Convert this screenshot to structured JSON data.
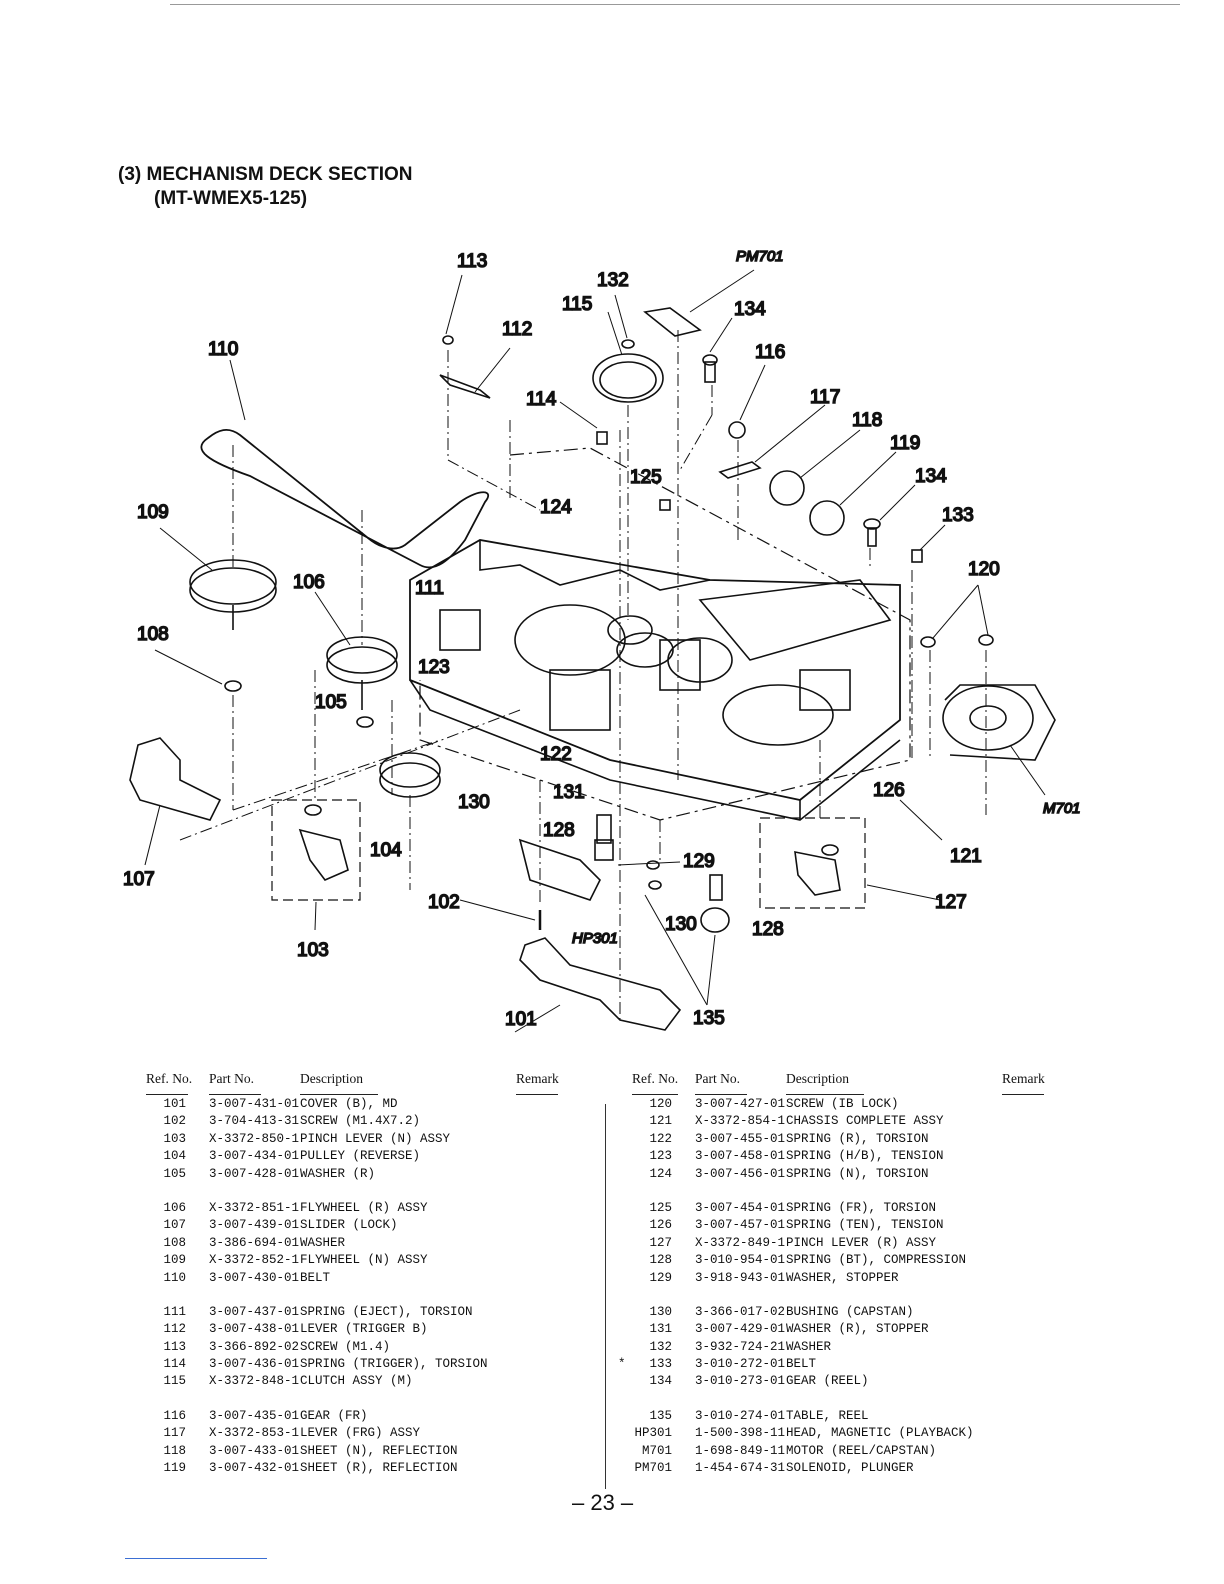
{
  "section": {
    "title": "(3) MECHANISM DECK SECTION",
    "subtitle": "(MT-WMEX5-125)"
  },
  "diagram": {
    "labels": {
      "l101": "101",
      "l102": "102",
      "l103": "103",
      "l104": "104",
      "l105": "105",
      "l106": "106",
      "l107": "107",
      "l108": "108",
      "l109": "109",
      "l110": "110",
      "l111": "111",
      "l112": "112",
      "l113": "113",
      "l114": "114",
      "l115": "115",
      "l116": "116",
      "l117": "117",
      "l118": "118",
      "l119": "119",
      "l120": "120",
      "l121": "121",
      "l122": "122",
      "l123": "123",
      "l124": "124",
      "l125": "125",
      "l126": "126",
      "l127": "127",
      "l128a": "128",
      "l128b": "128",
      "l129": "129",
      "l130a": "130",
      "l130b": "130",
      "l131": "131",
      "l132": "132",
      "l133": "133",
      "l134a": "134",
      "l134b": "134",
      "l135": "135",
      "pm701": "PM701",
      "m701": "M701",
      "hp301": "HP301"
    }
  },
  "table": {
    "headers": {
      "ref": "Ref. No.",
      "part": "Part No.",
      "desc": "Description",
      "remark": "Remark"
    },
    "left_groups": [
      [
        {
          "ref": "101",
          "part": "3-007-431-01",
          "desc": "COVER (B), MD"
        },
        {
          "ref": "102",
          "part": "3-704-413-31",
          "desc": "SCREW (M1.4X7.2)"
        },
        {
          "ref": "103",
          "part": "X-3372-850-1",
          "desc": "PINCH LEVER (N) ASSY"
        },
        {
          "ref": "104",
          "part": "3-007-434-01",
          "desc": "PULLEY (REVERSE)"
        },
        {
          "ref": "105",
          "part": "3-007-428-01",
          "desc": "WASHER (R)"
        }
      ],
      [
        {
          "ref": "106",
          "part": "X-3372-851-1",
          "desc": "FLYWHEEL (R) ASSY"
        },
        {
          "ref": "107",
          "part": "3-007-439-01",
          "desc": "SLIDER (LOCK)"
        },
        {
          "ref": "108",
          "part": "3-386-694-01",
          "desc": "WASHER"
        },
        {
          "ref": "109",
          "part": "X-3372-852-1",
          "desc": "FLYWHEEL (N) ASSY"
        },
        {
          "ref": "110",
          "part": "3-007-430-01",
          "desc": "BELT"
        }
      ],
      [
        {
          "ref": "111",
          "part": "3-007-437-01",
          "desc": "SPRING (EJECT), TORSION"
        },
        {
          "ref": "112",
          "part": "3-007-438-01",
          "desc": "LEVER (TRIGGER B)"
        },
        {
          "ref": "113",
          "part": "3-366-892-02",
          "desc": "SCREW (M1.4)"
        },
        {
          "ref": "114",
          "part": "3-007-436-01",
          "desc": "SPRING (TRIGGER), TORSION"
        },
        {
          "ref": "115",
          "part": "X-3372-848-1",
          "desc": "CLUTCH ASSY (M)"
        }
      ],
      [
        {
          "ref": "116",
          "part": "3-007-435-01",
          "desc": "GEAR (FR)"
        },
        {
          "ref": "117",
          "part": "X-3372-853-1",
          "desc": "LEVER (FRG) ASSY"
        },
        {
          "ref": "118",
          "part": "3-007-433-01",
          "desc": "SHEET (N), REFLECTION"
        },
        {
          "ref": "119",
          "part": "3-007-432-01",
          "desc": "SHEET (R), REFLECTION"
        }
      ]
    ],
    "right_groups": [
      [
        {
          "ref": "120",
          "part": "3-007-427-01",
          "desc": "SCREW (IB LOCK)"
        },
        {
          "ref": "121",
          "part": "X-3372-854-1",
          "desc": "CHASSIS COMPLETE ASSY"
        },
        {
          "ref": "122",
          "part": "3-007-455-01",
          "desc": "SPRING (R), TORSION"
        },
        {
          "ref": "123",
          "part": "3-007-458-01",
          "desc": "SPRING (H/B), TENSION"
        },
        {
          "ref": "124",
          "part": "3-007-456-01",
          "desc": "SPRING (N), TORSION"
        }
      ],
      [
        {
          "ref": "125",
          "part": "3-007-454-01",
          "desc": "SPRING (FR), TORSION"
        },
        {
          "ref": "126",
          "part": "3-007-457-01",
          "desc": "SPRING (TEN), TENSION"
        },
        {
          "ref": "127",
          "part": "X-3372-849-1",
          "desc": "PINCH LEVER (R) ASSY"
        },
        {
          "ref": "128",
          "part": "3-010-954-01",
          "desc": "SPRING (BT), COMPRESSION"
        },
        {
          "ref": "129",
          "part": "3-918-943-01",
          "desc": "WASHER, STOPPER"
        }
      ],
      [
        {
          "ref": "130",
          "part": "3-366-017-02",
          "desc": "BUSHING (CAPSTAN)"
        },
        {
          "ref": "131",
          "part": "3-007-429-01",
          "desc": "WASHER (R), STOPPER"
        },
        {
          "ref": "132",
          "part": "3-932-724-21",
          "desc": "WASHER"
        },
        {
          "ref": "133",
          "part": "3-010-272-01",
          "desc": "BELT",
          "mark": "*"
        },
        {
          "ref": "134",
          "part": "3-010-273-01",
          "desc": "GEAR (REEL)"
        }
      ],
      [
        {
          "ref": "135",
          "part": "3-010-274-01",
          "desc": "TABLE, REEL"
        },
        {
          "ref": "HP301",
          "part": "1-500-398-11",
          "desc": "HEAD, MAGNETIC (PLAYBACK)"
        },
        {
          "ref": "M701",
          "part": "1-698-849-11",
          "desc": "MOTOR (REEL/CAPSTAN)"
        },
        {
          "ref": "PM701",
          "part": "1-454-674-31",
          "desc": "SOLENOID, PLUNGER"
        }
      ]
    ]
  },
  "page_number": "– 23 –"
}
